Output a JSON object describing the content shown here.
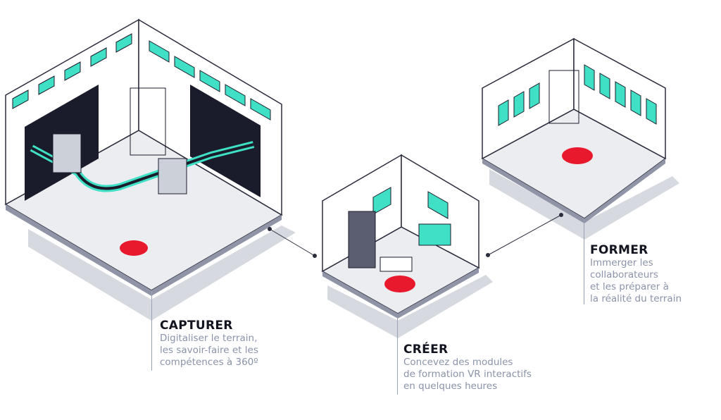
{
  "steps": [
    {
      "title": "CAPTURER",
      "description": "Digitaliser le terrain,\nles savoir-faire et les\ncompétences à 360º"
    },
    {
      "title": "CRÉER",
      "description": "Concevez des modules\nde formation VR interactifs\nen quelques heures"
    },
    {
      "title": "FORMER",
      "description": "Immerger les\ncollaborateurs\net les préparer à\nla réalité du terrain"
    }
  ],
  "colors": {
    "accent": "#3fe0c5",
    "marker": "#e8192c",
    "dark": "#1b1c2b",
    "wall": "#ffffff",
    "floor": "#ecedf1",
    "shadow": "#d6d9e0"
  }
}
